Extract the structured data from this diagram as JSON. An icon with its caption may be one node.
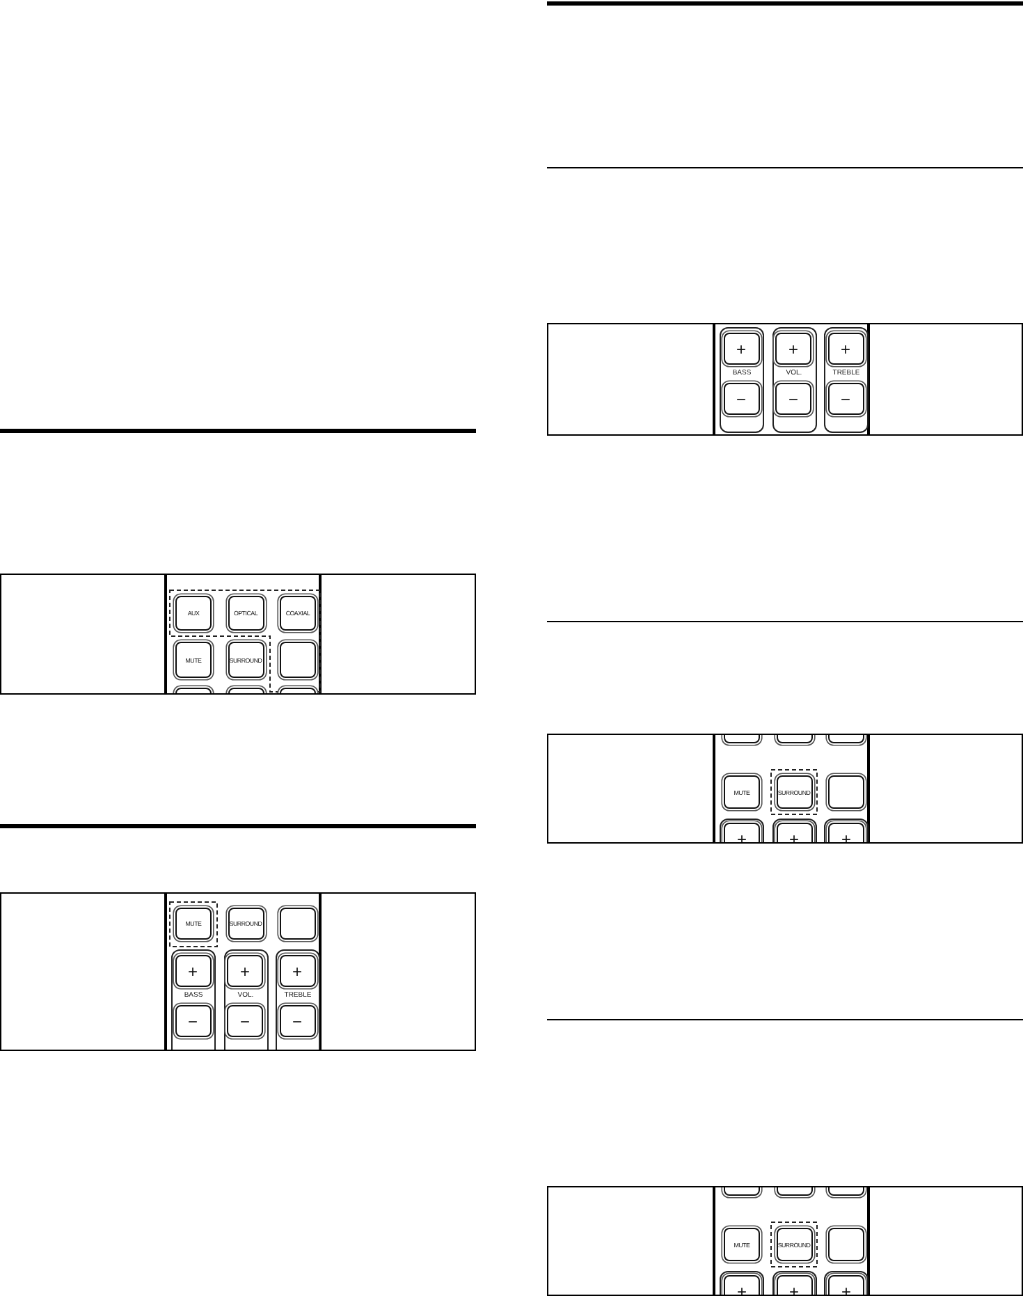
{
  "diagram": {
    "nodes": [
      {
        "text": [
          "AUX"
        ]
      },
      {
        "text": [
          "OPTICAL"
        ]
      },
      {
        "text": [
          "COAXIAL"
        ]
      },
      {
        "text": [
          "MUTE"
        ]
      },
      {
        "text": [
          "SURROUND"
        ]
      },
      {
        "text": [],
        "shape": "box"
      },
      {
        "text": [],
        "shape": "box"
      },
      {
        "text": [],
        "shape": "box"
      },
      {
        "text": [],
        "shape": "box"
      },
      {
        "text": [
          "MUTE"
        ]
      },
      {
        "text": [
          "SURROUND"
        ]
      },
      {
        "text": [],
        "shape": "box"
      },
      {
        "text": [
          "BASS"
        ]
      },
      {
        "text": [
          "+"
        ],
        "in": 12
      },
      {
        "text": [
          "−"
        ],
        "in": 12
      },
      {
        "text": [
          "VOL."
        ]
      },
      {
        "text": [
          "+"
        ],
        "in": 15
      },
      {
        "text": [
          "−"
        ],
        "in": 15
      },
      {
        "text": [
          "TREBLE"
        ]
      },
      {
        "text": [
          "+"
        ],
        "in": 18
      },
      {
        "text": [
          "−"
        ],
        "in": 18
      },
      {
        "text": [
          "BASS"
        ]
      },
      {
        "text": [
          "+"
        ],
        "in": 21
      },
      {
        "text": [
          "−"
        ],
        "in": 21
      },
      {
        "text": [
          "VOL."
        ]
      },
      {
        "text": [
          "+"
        ],
        "in": 24
      },
      {
        "text": [
          "−"
        ],
        "in": 24
      },
      {
        "text": [
          "TREBLE"
        ]
      },
      {
        "text": [
          "+"
        ],
        "in": 27
      },
      {
        "text": [
          "−"
        ],
        "in": 27
      },
      {
        "text": [],
        "shape": "box"
      },
      {
        "text": [],
        "shape": "box"
      },
      {
        "text": [],
        "shape": "box"
      },
      {
        "text": [
          "MUTE"
        ]
      },
      {
        "text": [
          "SURROUND"
        ]
      },
      {
        "text": [],
        "shape": "box"
      },
      {
        "text": [
          "+"
        ]
      },
      {
        "text": [
          "+"
        ]
      },
      {
        "text": [
          "+"
        ]
      },
      {
        "text": [],
        "shape": "box"
      },
      {
        "text": [],
        "shape": "box"
      },
      {
        "text": [],
        "shape": "box"
      },
      {
        "text": [
          "MUTE"
        ]
      },
      {
        "text": [
          "SURROUND"
        ]
      },
      {
        "text": [],
        "shape": "box"
      },
      {
        "text": [
          "+"
        ]
      },
      {
        "text": [
          "+"
        ]
      },
      {
        "text": [
          "+"
        ]
      }
    ]
  }
}
